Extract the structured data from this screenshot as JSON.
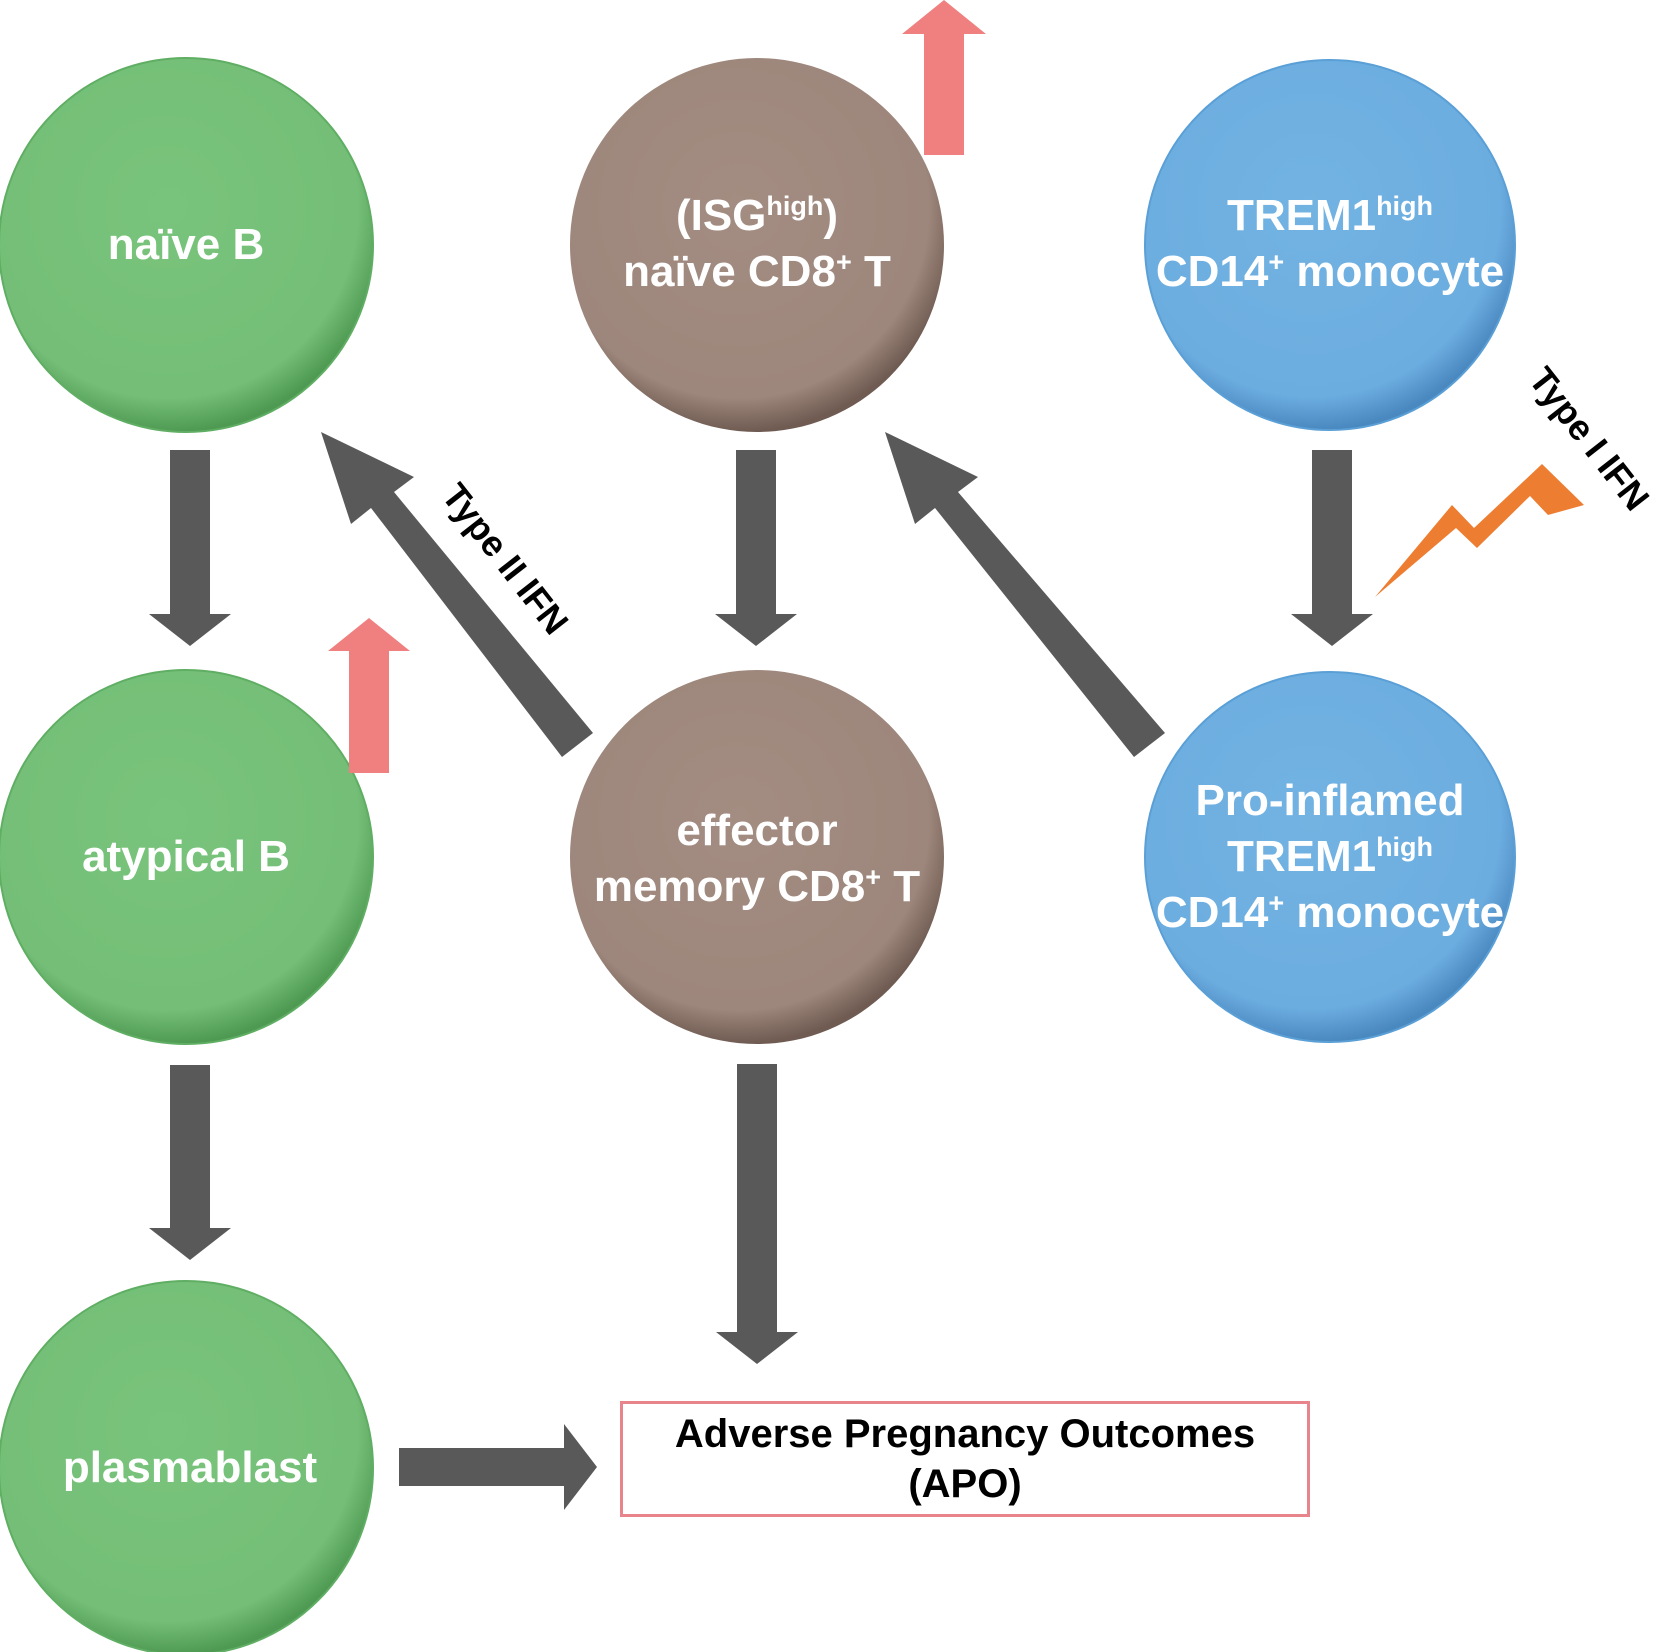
{
  "nodes": {
    "naive_b": {
      "label": "naïve B"
    },
    "atypical_b": {
      "label": "atypical B"
    },
    "plasmablast": {
      "label": "plasmablast"
    },
    "isg_naive_cd8": {
      "line1_pre": "(ISG",
      "line1_sup": "high",
      "line1_post": ")",
      "line2_pre": "naïve CD8",
      "line2_sup": "+",
      "line2_post": " T"
    },
    "effector_memory_cd8": {
      "line1": "effector",
      "line2_pre": "memory CD8",
      "line2_sup": "+",
      "line2_post": " T"
    },
    "trem1_monocyte": {
      "line1_pre": "TREM1",
      "line1_sup": "high",
      "line2_pre": "CD14",
      "line2_sup": "+",
      "line2_post": " monocyte"
    },
    "proinflamed_monocyte": {
      "line1": "Pro-inflamed",
      "line2_pre": "TREM1",
      "line2_sup": "high",
      "line3_pre": "CD14",
      "line3_sup": "+",
      "line3_post": " monocyte"
    }
  },
  "labels": {
    "type_ii_ifn": "Type II IFN",
    "type_i_ifn": "Type I IFN"
  },
  "outcome": {
    "line1": "Adverse Pregnancy Outcomes",
    "line2": "(APO)"
  },
  "colors": {
    "b_cell": "#77c17a",
    "t_cell": "#a0897e",
    "monocyte": "#6fb0e0",
    "arrow": "#595959",
    "increase_arrow": "#f08080",
    "lightning": "#ed7d31",
    "outcome_border": "#e8848c"
  }
}
